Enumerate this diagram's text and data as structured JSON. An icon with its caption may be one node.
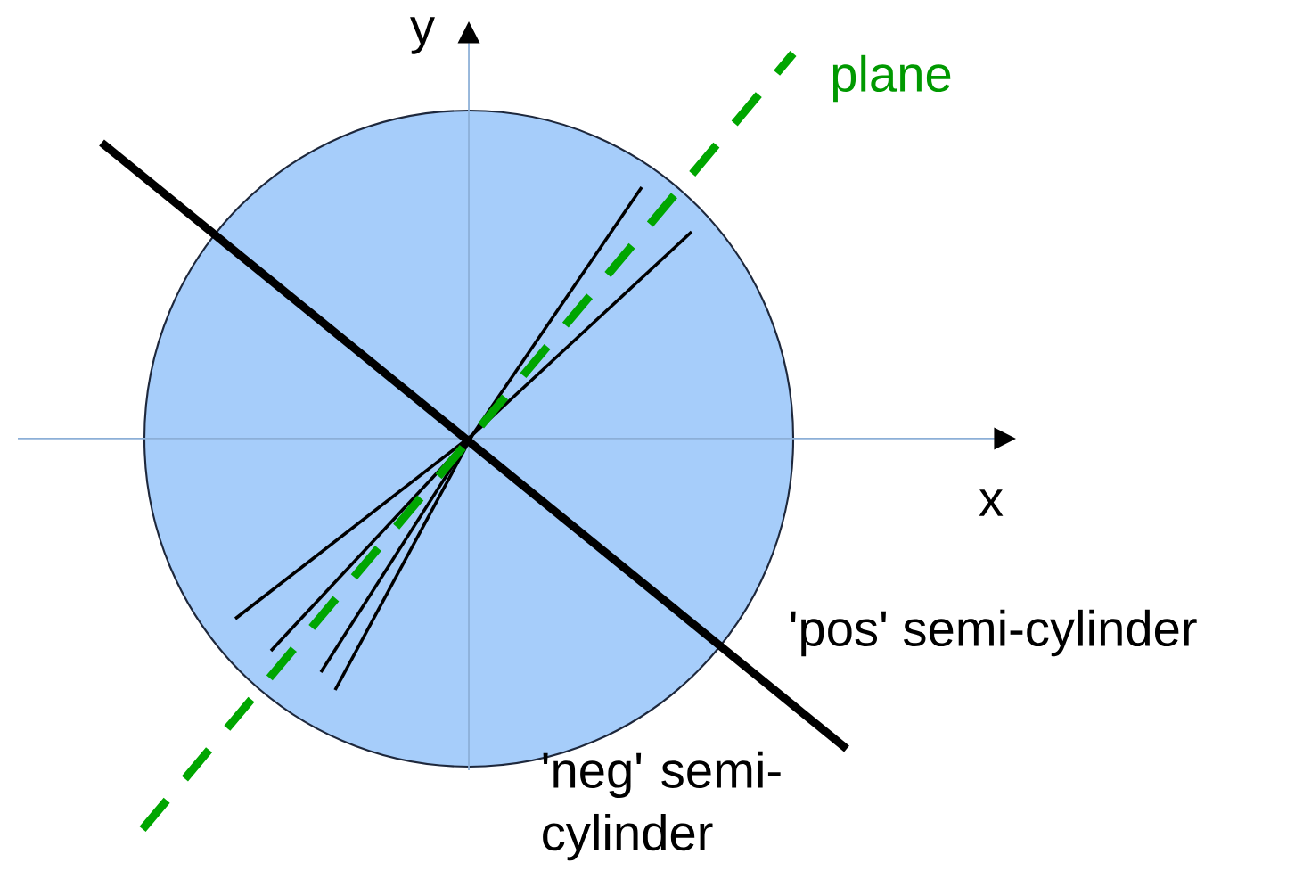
{
  "diagram": {
    "labels": [
      "y",
      "plane",
      "x",
      "'pos' semi-cylinder",
      "'neg' semi-cylinder"
    ]
  }
}
